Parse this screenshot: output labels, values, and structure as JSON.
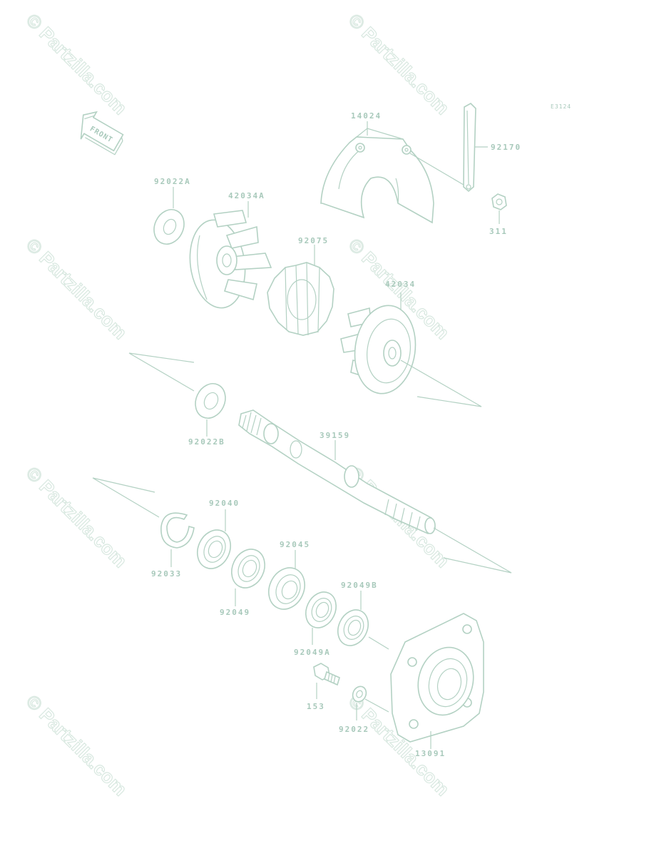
{
  "diagram_code": "E3124",
  "front_arrow_label": "FRONT",
  "watermark": "© Partzilla.com",
  "part_labels": {
    "p14024": "14024",
    "p92170": "92170",
    "p311": "311",
    "p92022A": "92022A",
    "p42034A": "42034A",
    "p92075": "92075",
    "p42034": "42034",
    "p92022B": "92022B",
    "p39159": "39159",
    "p92040": "92040",
    "p92033": "92033",
    "p92045": "92045",
    "p92049": "92049",
    "p92049B": "92049B",
    "p92049A": "92049A",
    "p153": "153",
    "p92022": "92022",
    "p13091": "13091"
  },
  "colors": {
    "line": "#b3d1c3",
    "label": "#a8c9bb",
    "watermark": "#d8e8e0"
  }
}
